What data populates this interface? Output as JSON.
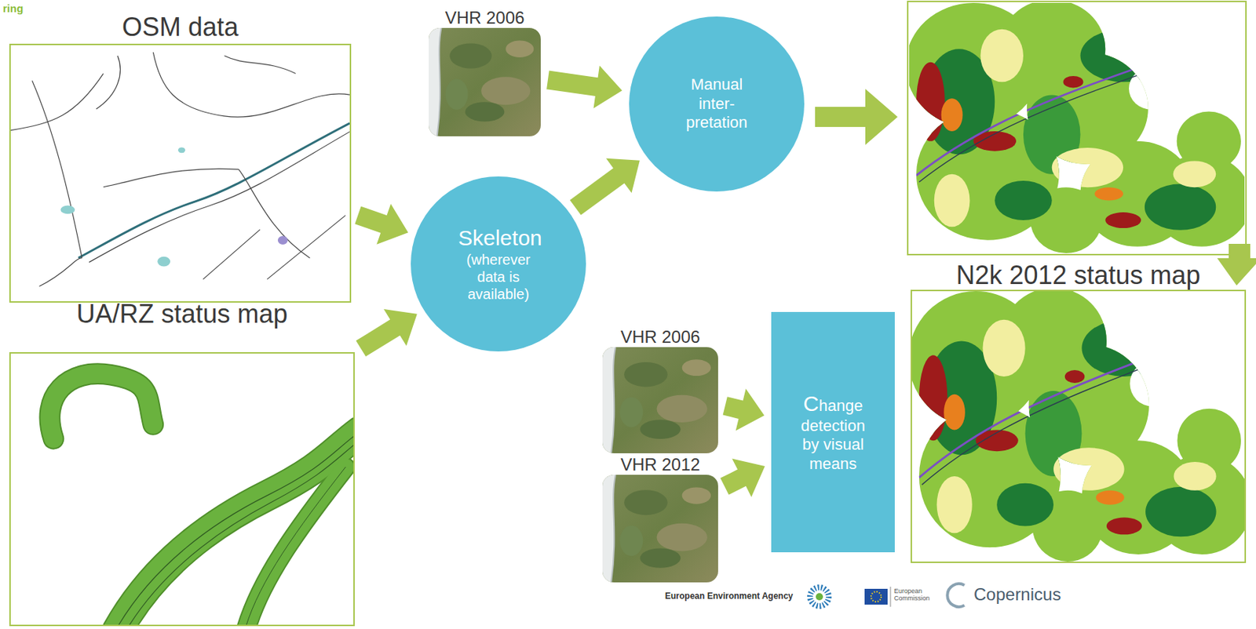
{
  "diagram": {
    "nodes": [
      {
        "text": [
          "OSM data"
        ]
      },
      {
        "text": [
          "VHR 2006"
        ]
      },
      {
        "text": [
          "Manual inter- pretation"
        ]
      },
      {
        "text": [
          "Skeleton",
          "(wherever data is available)"
        ]
      },
      {
        "text": [
          "UA/RZ status map"
        ]
      },
      {
        "text": [
          "VHR 2006"
        ]
      },
      {
        "text": [
          "VHR 2012"
        ]
      },
      {
        "text": [
          "Change detection by visual means"
        ]
      },
      {
        "text": [
          "N2k 2012 status map"
        ]
      }
    ],
    "edges": [
      {
        "from": 0,
        "to": 3,
        "arrow": "to"
      },
      {
        "from": 4,
        "to": 3,
        "arrow": "to"
      },
      {
        "from": 1,
        "to": 2,
        "arrow": "to"
      },
      {
        "from": 3,
        "to": 2,
        "arrow": "to"
      },
      {
        "from": 5,
        "to": 7,
        "arrow": "to"
      },
      {
        "from": 6,
        "to": 7,
        "arrow": "to"
      }
    ],
    "labels": [
      "ring",
      "European Environment Agency",
      "European Commission",
      "Copernicus"
    ]
  }
}
